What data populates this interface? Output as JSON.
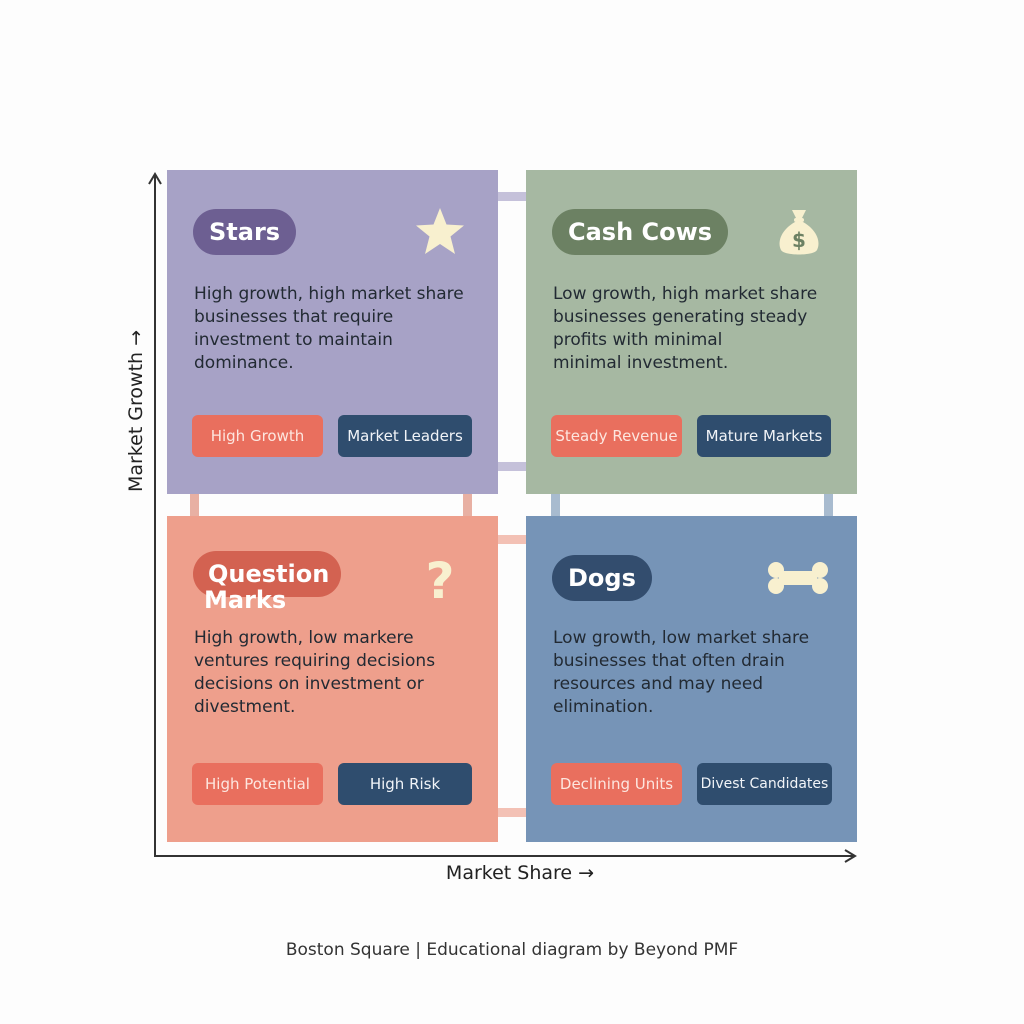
{
  "axes": {
    "x_label": "Market Share →",
    "y_label": "Market Growth →"
  },
  "quadrants": {
    "stars": {
      "title": "Stars",
      "icon": "star-icon",
      "description": "High growth, high market share\nbusinesses that require\ninvestment to maintain\ndominance.",
      "tags": [
        "High Growth",
        "Market Leaders"
      ],
      "color": "#a7a2c6"
    },
    "cash_cows": {
      "title": "Cash Cows",
      "icon": "money-bag-icon",
      "description": "Low growth, high market share\nbusinesses generating steady\nprofits with minimal\nminimal investment.",
      "tags": [
        "Steady Revenue",
        "Mature Markets"
      ],
      "color": "#a6b8a2"
    },
    "question_marks": {
      "title_line1": "Question",
      "title_line2": "Marks",
      "icon": "question-mark-icon",
      "description": "High growth, low markere\nventures requiring decisions\ndecisions on investment or\ndivestment.",
      "tags": [
        "High Potential",
        "High Risk"
      ],
      "color": "#ee9f8c"
    },
    "dogs": {
      "title": "Dogs",
      "icon": "bone-icon",
      "description": "Low growth, low market share\nbusinesses that often drain\nresources and may need\nelimination.",
      "tags": [
        "Declining Units",
        "Divest Candidates"
      ],
      "color": "#7694b7"
    }
  },
  "caption": "Boston Square | Educational diagram by Beyond PMF"
}
